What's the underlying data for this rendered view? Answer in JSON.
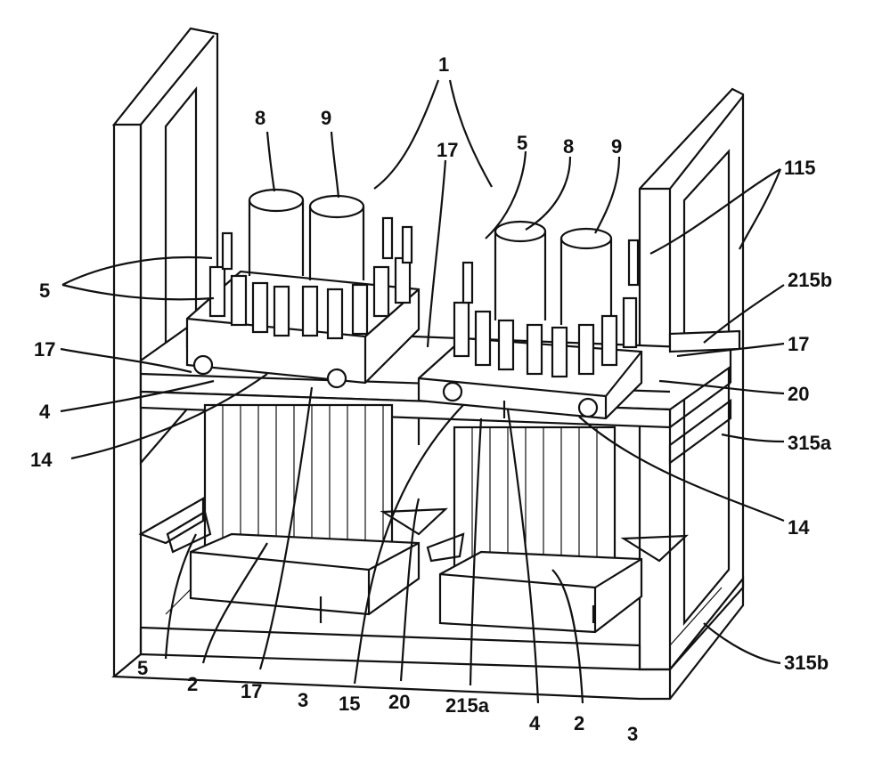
{
  "labels": {
    "l1": "1",
    "l8a": "8",
    "l9a": "9",
    "l5a": "5",
    "l8b": "8",
    "l9b": "9",
    "l115": "115",
    "l5b": "5",
    "l17a": "17",
    "l215b": "215b",
    "l17b": "17",
    "l17c": "17",
    "l4a": "4",
    "l20a": "20",
    "l14a": "14",
    "l315a": "315a",
    "l14b": "14",
    "l5c": "5",
    "l2a": "2",
    "l17d": "17",
    "l3a": "3",
    "l15": "15",
    "l20b": "20",
    "l215a": "215a",
    "l4b": "4",
    "l2b": "2",
    "l3b": "3",
    "l315b": "315b"
  }
}
